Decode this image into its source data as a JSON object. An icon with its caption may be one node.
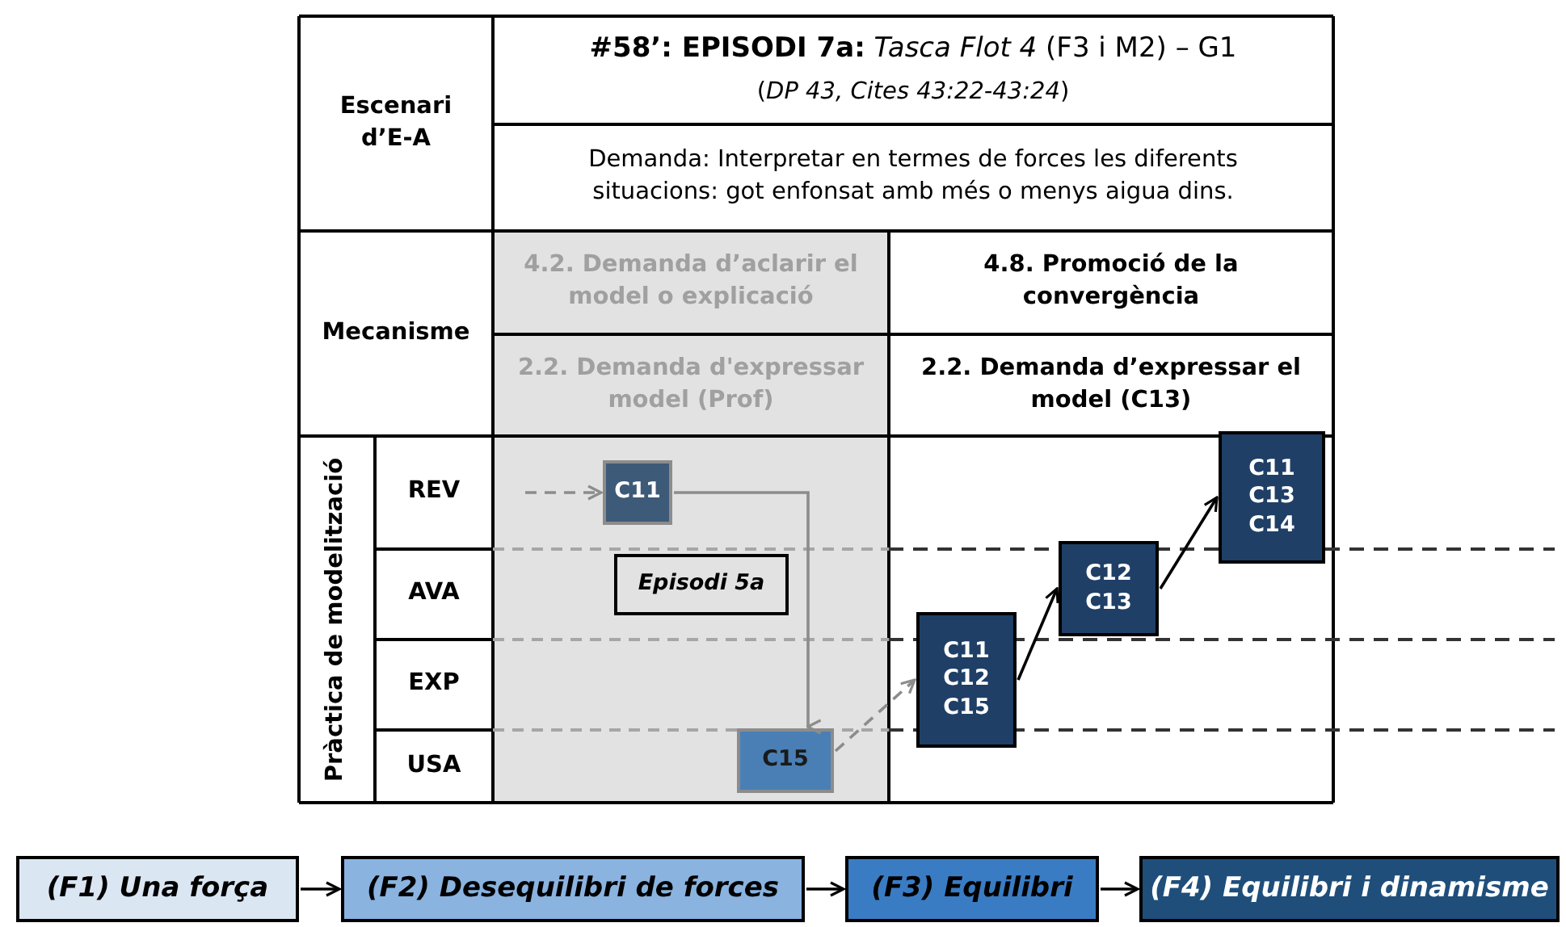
{
  "diagram": {
    "nodes": [
      {
        "text": [
          "C11"
        ]
      },
      {
        "text": [
          "Episodi 5a"
        ]
      },
      {
        "text": [
          "C15"
        ]
      },
      {
        "text": [
          "C11 C12 C15"
        ]
      },
      {
        "text": [
          "C12 C13"
        ]
      },
      {
        "text": [
          "C11 C13 C14"
        ]
      },
      {
        "text": [
          "(F1) Una força"
        ]
      },
      {
        "text": [
          "(F2) Desequilibri de forces"
        ]
      },
      {
        "text": [
          "(F3) Equilibri"
        ]
      },
      {
        "text": [
          "(F4) Equilibri i dinamisme"
        ]
      }
    ],
    "edges": [
      {
        "from": null,
        "to": 0,
        "arrow": "to",
        "style": "dashed",
        "color": "#8c8c8c"
      },
      {
        "from": 0,
        "to": 2,
        "arrow": "to",
        "color": "#8c8c8c"
      },
      {
        "from": 2,
        "to": 3,
        "arrow": "to",
        "style": "dashed",
        "color": "#8c8c8c"
      },
      {
        "from": 3,
        "to": 4,
        "arrow": "to"
      },
      {
        "from": 4,
        "to": 5,
        "arrow": "to"
      },
      {
        "from": 6,
        "to": 7,
        "arrow": "to"
      },
      {
        "from": 7,
        "to": 8,
        "arrow": "to"
      },
      {
        "from": 8,
        "to": 9,
        "arrow": "to"
      }
    ],
    "labels": [
      "Escenari d’E-A",
      "**#58’: EPISODI 7a:** *Tasca Flot 4* (F3 i M2) – G1",
      "(*DP 43, Cites 43:22-43:24*)",
      "Demanda: Interpretar en termes de forces les diferents situacions: got enfonsat amb més o menys aigua dins.",
      "Mecanisme",
      "4.2. Demanda d’aclarir el model o explicació",
      "4.8. Promoció de la convergència",
      "2.2. Demanda d'expressar model (Prof)",
      "2.2. Demanda d’expressar el model (C13)",
      "Pràctica de modelització",
      "REV",
      "AVA",
      "EXP",
      "USA"
    ]
  }
}
